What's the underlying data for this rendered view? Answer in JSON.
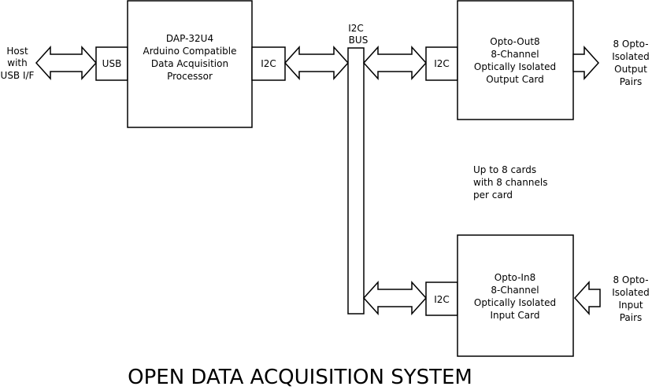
{
  "host": {
    "lines": [
      "Host",
      "with",
      "USB I/F"
    ]
  },
  "usb_port": {
    "label": "USB"
  },
  "processor": {
    "lines": [
      "DAP-32U4",
      "Arduino Compatible",
      "Data Acquisition",
      "Processor"
    ]
  },
  "proc_i2c": {
    "label": "I2C"
  },
  "bus": {
    "lines": [
      "I2C",
      "BUS"
    ]
  },
  "output_card": {
    "i2c": "I2C",
    "lines": [
      "Opto-Out8",
      "8-Channel",
      "Optically Isolated",
      "Output Card"
    ],
    "io_lines": [
      "8 Opto-",
      "Isolated",
      "Output",
      "Pairs"
    ]
  },
  "note": {
    "lines": [
      "Up to 8 cards",
      "with 8 channels",
      "per card"
    ]
  },
  "input_card": {
    "i2c": "I2C",
    "lines": [
      "Opto-In8",
      "8-Channel",
      "Optically Isolated",
      "Input Card"
    ],
    "io_lines": [
      "8 Opto-",
      "Isolated",
      "Input",
      "Pairs"
    ]
  },
  "title": "OPEN DATA ACQUISITION SYSTEM"
}
